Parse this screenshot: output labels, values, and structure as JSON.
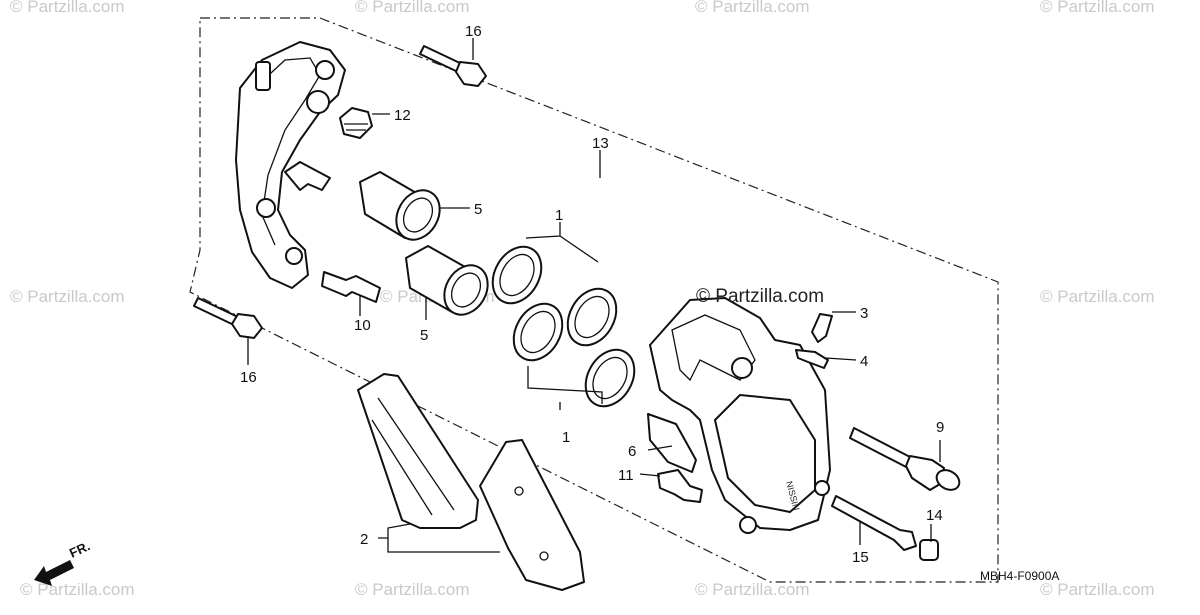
{
  "watermarks": {
    "text": "© Partzilla.com"
  },
  "brand_label": "© Partzilla.com",
  "diagram_code": "MBH4-F0900A",
  "direction_label": "FR.",
  "callouts": {
    "c1_top": "1",
    "c1_bottom": "1",
    "c2": "2",
    "c3": "3",
    "c4": "4",
    "c5_top": "5",
    "c5_bottom": "5",
    "c6": "6",
    "c9": "9",
    "c10": "10",
    "c11": "11",
    "c12": "12",
    "c13": "13",
    "c14": "14",
    "c15": "15",
    "c16_top": "16",
    "c16_bottom": "16"
  },
  "parts": {
    "caliper_logo": "NISSIN"
  }
}
